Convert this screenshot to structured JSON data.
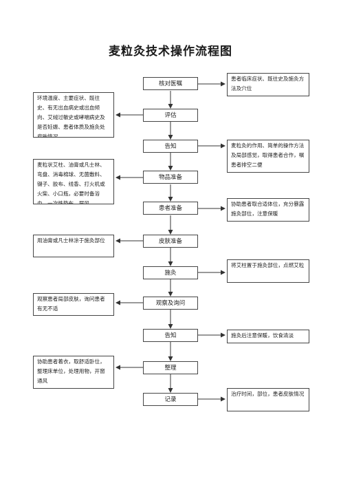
{
  "title": "麦粒灸技术操作流程图",
  "steps": [
    {
      "label": "核对医嘱"
    },
    {
      "label": "评估"
    },
    {
      "label": "告知"
    },
    {
      "label": "物品准备"
    },
    {
      "label": "患者准备"
    },
    {
      "label": "皮肤准备"
    },
    {
      "label": "施灸"
    },
    {
      "label": "观察及询问"
    },
    {
      "label": "告知"
    },
    {
      "label": "整理"
    },
    {
      "label": "记录"
    }
  ],
  "notes": {
    "verify": "患者临床症状、既往史及施灸方法及穴位",
    "assess": "环境温度、主要症状、既往史、有无出血病史或出血倾向、艾绒过敏史或哮喘病史及是否妊娠、患者体质及施灸处皮肤情况",
    "inform": "麦粒灸的作用、简单的操作方法及局部感觉，取得患者合作，嘱患者排空二便",
    "items": "麦粒状艾柱、油膏或凡士林、弯盘、消毒棉球、无菌敷料、镊子、胶布、线香、打火机或火柴、小口瓶，必要时备浴巾、一次性垫布、屏风",
    "patient": "协助患者取合适体位，充分暴露施灸部位，注意保暖",
    "skin": "用油膏或凡士林涂于施灸部位",
    "moxa": "将艾柱置于施灸部位，点燃艾粒",
    "observe": "观察患者局部皮肤，询问患者有无不适",
    "inform2": "施灸后注意保暖，饮食清淡",
    "tidy": "协助患者着衣，取舒适卧位，整理床单位，处理用物，开窗通风",
    "record": "治疗时间，部位，患者皮肤情况"
  }
}
